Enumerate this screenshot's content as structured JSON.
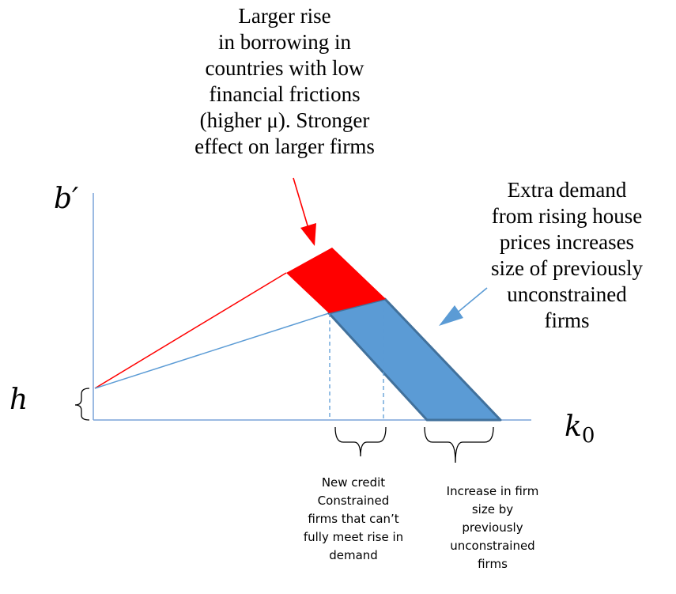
{
  "labels": {
    "y_axis": "b′",
    "h_marker": "h",
    "x_axis_main": "k",
    "x_axis_sub": "0"
  },
  "annotations": {
    "red_note": "Larger rise\nin borrowing in\ncountries with low\nfinancial frictions\n(higher μ). Stronger\neffect on larger firms",
    "blue_note": "Extra demand\nfrom rising house\nprices increases\nsize of previously\nunconstrained\nfirms",
    "constrained_note": "New credit\nConstrained\nfirms that can’t\nfully meet rise in\ndemand",
    "unconstrained_note": "Increase in firm\nsize by\npreviously\nunconstrained\nfirms"
  },
  "colors": {
    "axis": "#7aa3d8",
    "red_region": "#ff0000",
    "blue_region": "#5b9bd5",
    "blue_region_edge": "#41719c",
    "red_line": "#ff0000",
    "blue_line": "#5b9bd5",
    "arrow_red": "#ff0000",
    "arrow_blue": "#5b9bd5",
    "text": "#000000"
  }
}
